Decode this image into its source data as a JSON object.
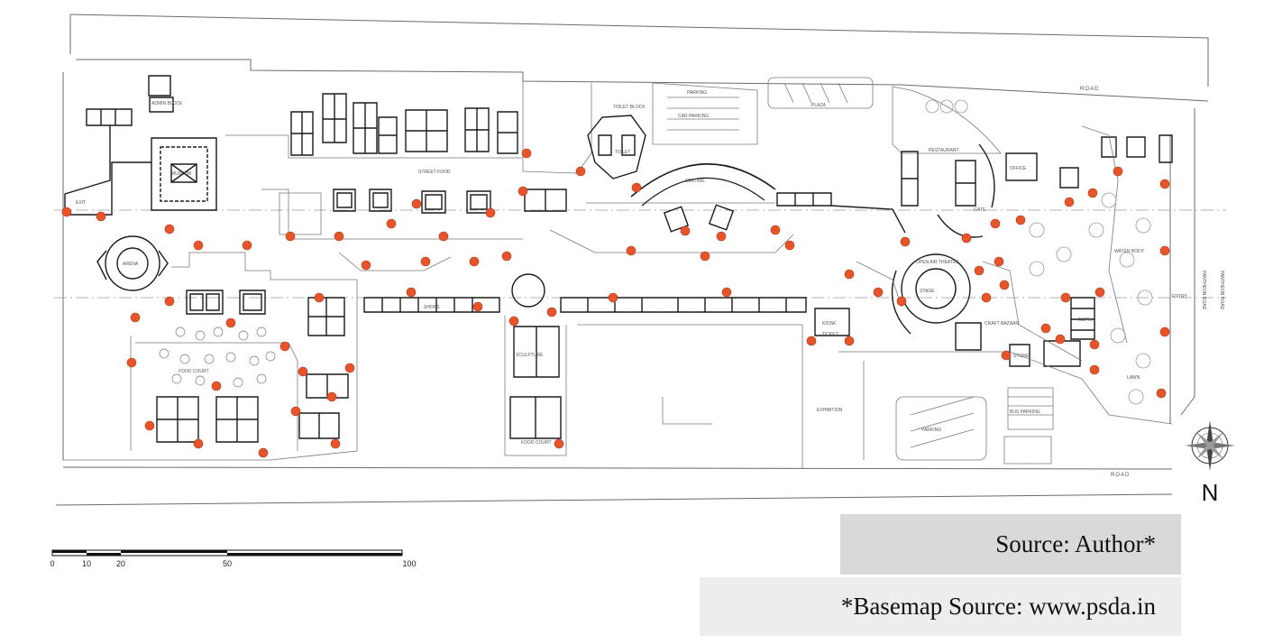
{
  "labels": {
    "road_top": "ROAD",
    "road_bottom": "ROAD",
    "toilet_block": "TOILET BLOCK",
    "parking_top": "PARKING",
    "parking_bottom": "PARKING",
    "side_road_1": "PANTHEON ROAD",
    "side_road_2": "PANTHEON ROAD",
    "foodcourt": "FOOD COURT",
    "street_food": "STREET FOOD",
    "water_body": "WATER BODY",
    "open_air_theatre": "OPEN AIR THEATRE",
    "craft_bazaar": "CRAFT BAZAAR",
    "plaza": "PLAZA",
    "food_court_2": "FOOD COURT",
    "exhibition": "EXHIBITION",
    "arena": "ARENA",
    "museum": "MUSEUM",
    "admin_block": "ADMIN BLOCK",
    "gate": "GATE",
    "kiosk": "KIOSK",
    "sculpture": "SCULPTURE",
    "amphi": "AMPHI",
    "car_parking": "CAR PARKING",
    "bus_parking": "BUS PARKING",
    "shops": "SHOPS",
    "lawn": "LAWN",
    "stage": "STAGE",
    "seating": "SEATING",
    "toilet": "TOILET",
    "ticket": "TICKET",
    "entry": "ENTRY",
    "exit": "EXIT",
    "store": "STORE",
    "office": "OFFICE",
    "restaurant": "RESTAURANT"
  },
  "scale_bar": {
    "ticks": [
      "0",
      "10",
      "20",
      "50",
      "100"
    ]
  },
  "north_arrow": {
    "label": "N",
    "icon": "compass-rose-icon"
  },
  "source": {
    "primary": "Source: Author*",
    "basemap": "*Basemap Source: www.psda.in"
  },
  "markers": {
    "color": "#e8532a",
    "outline": "#b03a18"
  },
  "colors": {
    "ink": "#1a1a1a",
    "lightline": "#6b6b6b",
    "paper": "#ffffff"
  }
}
